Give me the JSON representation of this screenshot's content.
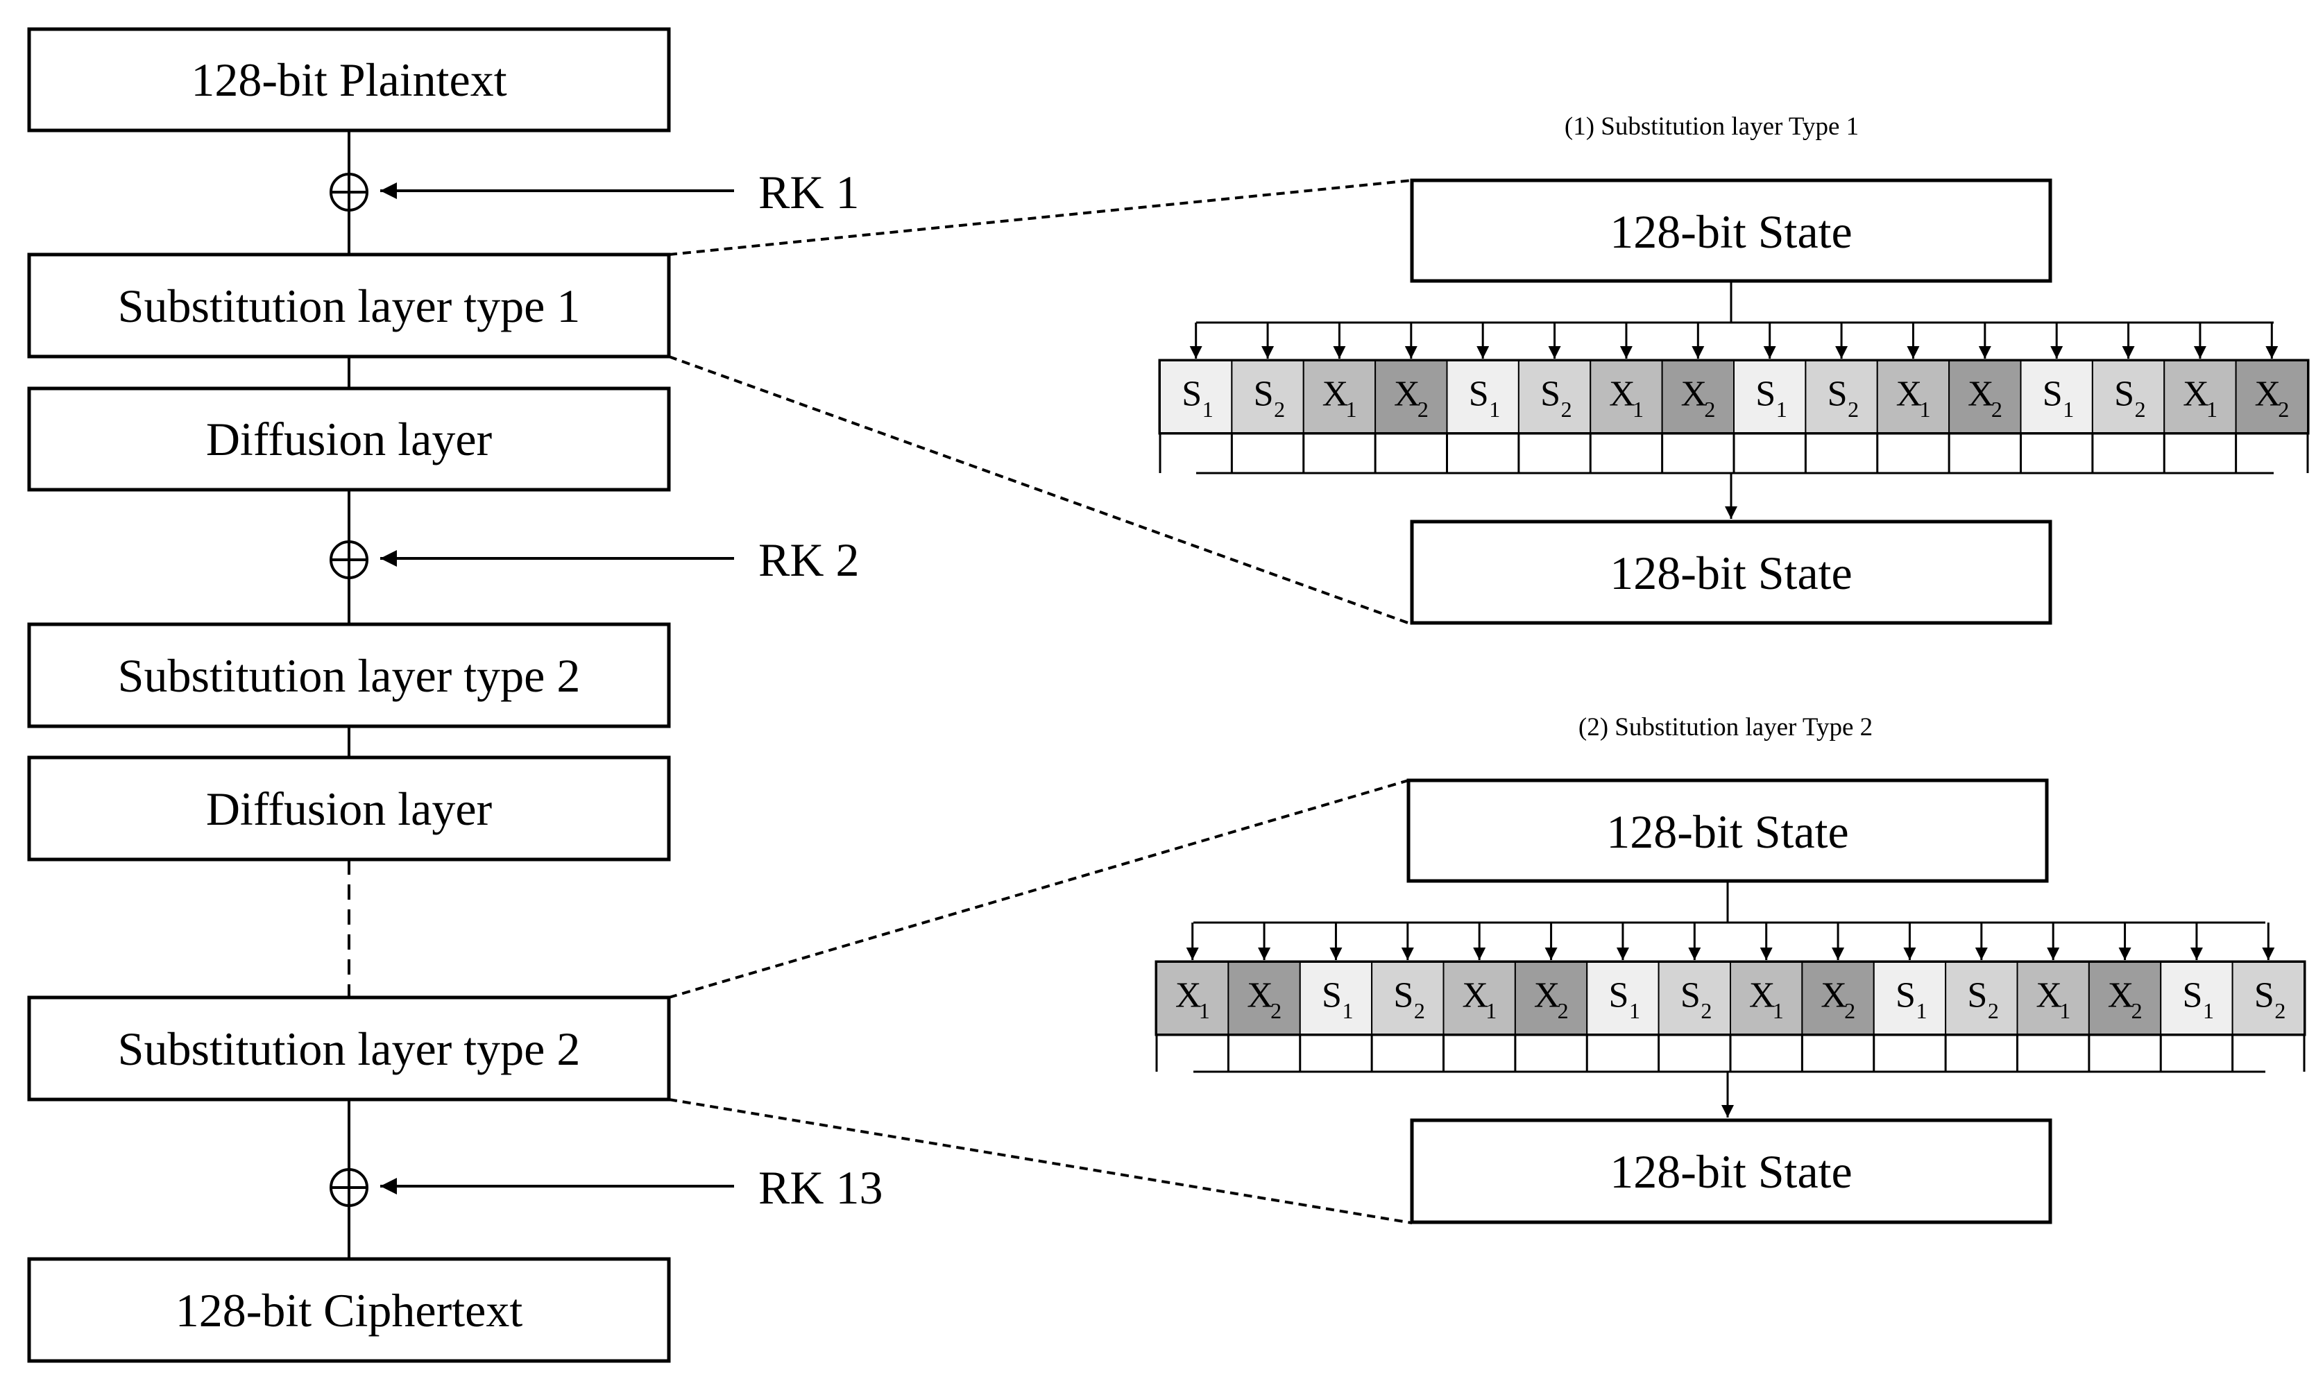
{
  "left_chain": {
    "plaintext": "128-bit Plaintext",
    "sub_type1": "Substitution layer type 1",
    "diffusion1": "Diffusion layer",
    "sub_type2_a": "Substitution layer type 2",
    "diffusion2": "Diffusion layer",
    "sub_type2_b": "Substitution layer type 2",
    "ciphertext": "128-bit Ciphertext",
    "xor_symbol": "⊕",
    "round_keys": [
      "RK 1",
      "RK 2",
      "RK 13"
    ]
  },
  "type1_panel": {
    "caption": "(1) Substitution layer Type 1",
    "state_in": "128-bit State",
    "state_out": "128-bit State",
    "cells": [
      {
        "base": "S",
        "sub": "1"
      },
      {
        "base": "S",
        "sub": "2"
      },
      {
        "base": "X",
        "sub": "1"
      },
      {
        "base": "X",
        "sub": "2"
      },
      {
        "base": "S",
        "sub": "1"
      },
      {
        "base": "S",
        "sub": "2"
      },
      {
        "base": "X",
        "sub": "1"
      },
      {
        "base": "X",
        "sub": "2"
      },
      {
        "base": "S",
        "sub": "1"
      },
      {
        "base": "S",
        "sub": "2"
      },
      {
        "base": "X",
        "sub": "1"
      },
      {
        "base": "X",
        "sub": "2"
      },
      {
        "base": "S",
        "sub": "1"
      },
      {
        "base": "S",
        "sub": "2"
      },
      {
        "base": "X",
        "sub": "1"
      },
      {
        "base": "X",
        "sub": "2"
      }
    ]
  },
  "type2_panel": {
    "caption": "(2) Substitution layer Type 2",
    "state_in": "128-bit State",
    "state_out": "128-bit State",
    "cells": [
      {
        "base": "X",
        "sub": "1"
      },
      {
        "base": "X",
        "sub": "2"
      },
      {
        "base": "S",
        "sub": "1"
      },
      {
        "base": "S",
        "sub": "2"
      },
      {
        "base": "X",
        "sub": "1"
      },
      {
        "base": "X",
        "sub": "2"
      },
      {
        "base": "S",
        "sub": "1"
      },
      {
        "base": "S",
        "sub": "2"
      },
      {
        "base": "X",
        "sub": "1"
      },
      {
        "base": "X",
        "sub": "2"
      },
      {
        "base": "S",
        "sub": "1"
      },
      {
        "base": "S",
        "sub": "2"
      },
      {
        "base": "X",
        "sub": "1"
      },
      {
        "base": "X",
        "sub": "2"
      },
      {
        "base": "S",
        "sub": "1"
      },
      {
        "base": "S",
        "sub": "2"
      }
    ]
  },
  "cell_fill_colors": {
    "S1": "#efefef",
    "S2": "#d4d4d4",
    "X1": "#bcbcbc",
    "X2": "#9d9d9d"
  }
}
